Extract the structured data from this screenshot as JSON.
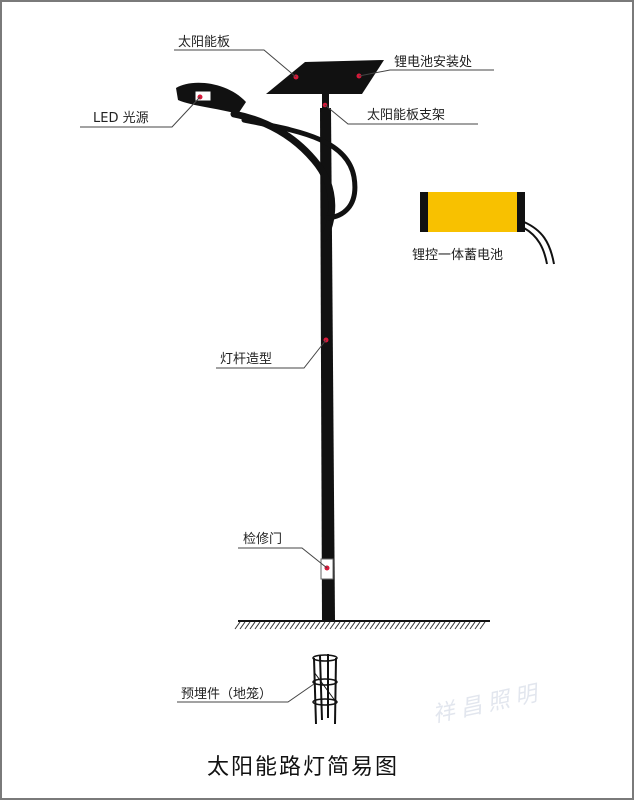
{
  "labels": {
    "solar_panel": "太阳能板",
    "battery_mount": "锂电池安装处",
    "led_source": "LED 光源",
    "panel_bracket": "太阳能板支架",
    "battery_unit": "锂控一体蓄电池",
    "pole_shape": "灯杆造型",
    "service_door": "检修门",
    "embedded_cage": "预埋件（地笼）"
  },
  "title": "太阳能路灯简易图",
  "watermark": "祥昌照明",
  "colors": {
    "pole": "#111111",
    "marker": "#d7193a",
    "battery_fill": "#f8c100",
    "leader": "#444444"
  }
}
